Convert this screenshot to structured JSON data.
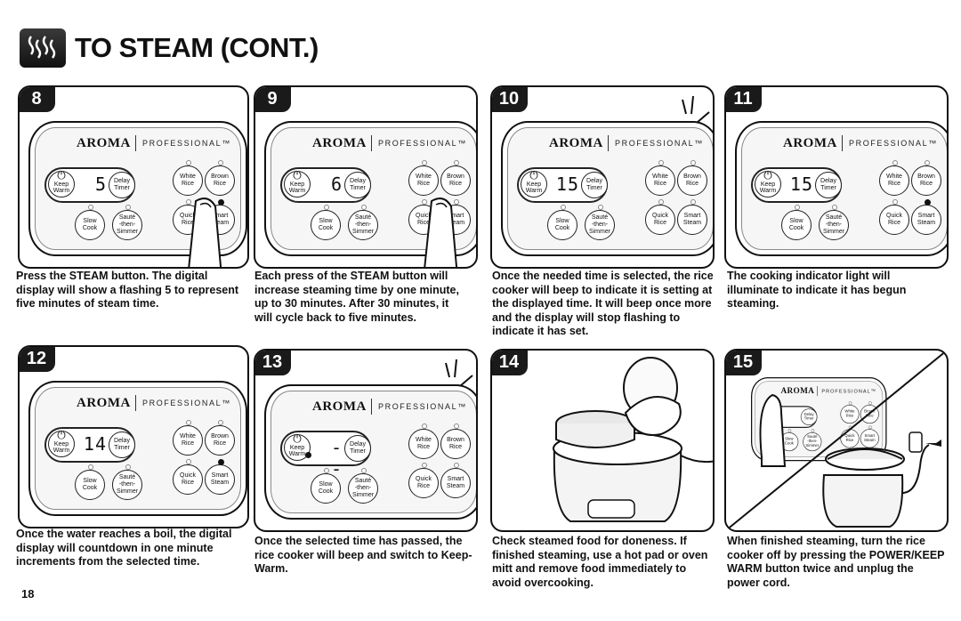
{
  "header": {
    "title": "TO STEAM (CONT.)",
    "icon": "steam-icon"
  },
  "panel_text": {
    "brand": "AROMA",
    "sub": "PROFESSIONAL™",
    "keep": "Keep",
    "warm": "Warm",
    "delay_1": "Delay",
    "delay_2": "Timer",
    "white_1": "White",
    "white_2": "Rice",
    "brown_1": "Brown",
    "brown_2": "Rice",
    "slow_1": "Slow",
    "slow_2": "Cook",
    "saute_1": "Sauté",
    "saute_2": "-then-",
    "saute_3": "Simmer",
    "quick_1": "Quick",
    "quick_2": "Rice",
    "steam_1": "Smart",
    "steam_2": "Steam"
  },
  "steps": [
    {
      "num": "8",
      "display": "5",
      "caption": "Press the STEAM button. The digital display will show a flashing 5 to represent five minutes of steam time."
    },
    {
      "num": "9",
      "display": "6",
      "caption": "Each press of the STEAM button will increase steaming time by one minute, up to 30 minutes. After 30 minutes, it will cycle back to five minutes."
    },
    {
      "num": "10",
      "display": "15",
      "caption": "Once the needed time is selected, the rice cooker will beep to indicate it is setting at the displayed time. It will beep once more and the display will stop flashing to indicate it has set."
    },
    {
      "num": "11",
      "display": "15",
      "caption": "The cooking indicator light will illuminate to indicate it has begun steaming."
    },
    {
      "num": "12",
      "display": "14",
      "caption": "Once the water reaches a boil, the digital display will countdown in one minute increments from the selected time."
    },
    {
      "num": "13",
      "display": "- -",
      "caption": "Once the selected time has passed, the rice cooker will beep and switch to Keep-Warm."
    },
    {
      "num": "14",
      "caption": "Check steamed food for doneness. If finished steaming, use a hot pad or oven mitt and remove food immediately to avoid overcooking."
    },
    {
      "num": "15",
      "caption": "When finished steaming, turn the rice cooker off by pressing the POWER/KEEP WARM button twice and unplug the power cord."
    }
  ],
  "page_number": "18"
}
